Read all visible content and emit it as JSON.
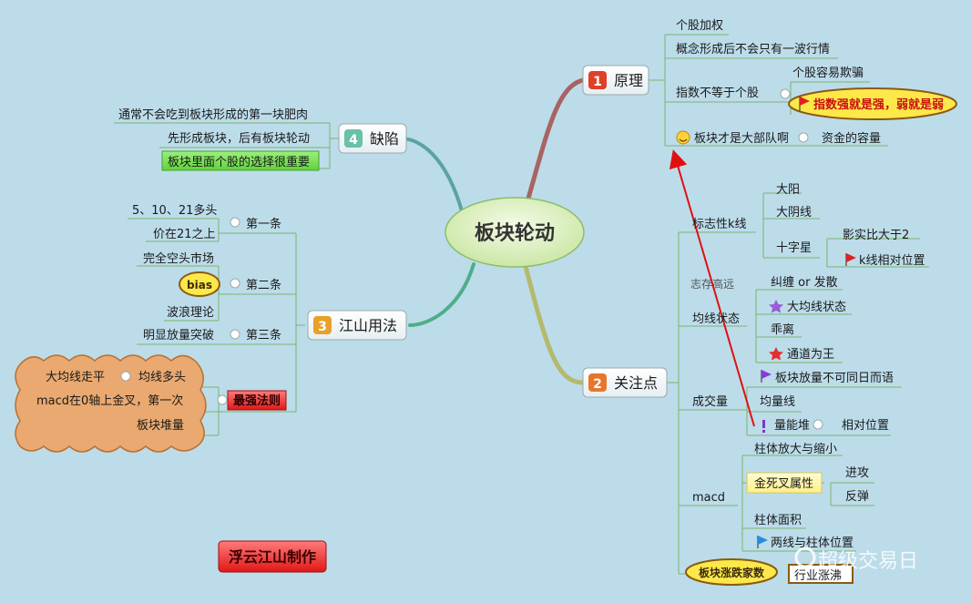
{
  "center": "板块轮动",
  "branch1": {
    "num": "1",
    "title": "原理",
    "items": [
      "个股加权",
      "概念形成后不会只有一波行情",
      "指数不等于个股",
      "个股容易欺骗",
      "指数强就是强，弱就是弱",
      "板块才是大部队啊",
      "资金的容量"
    ]
  },
  "branch2": {
    "num": "2",
    "title": "关注点",
    "kline": {
      "label": "标志性k线",
      "items": [
        "大阳",
        "大阴线",
        "十字星",
        "影实比大于2",
        "k线相对位置"
      ]
    },
    "motto": "志存高远",
    "ma": {
      "label": "均线状态",
      "items": [
        "纠缠 or 发散",
        "大均线状态",
        "乖离",
        "通道为王"
      ]
    },
    "volume": {
      "label": "成交量",
      "items": [
        "板块放量不可同日而语",
        "均量线",
        "量能堆",
        "相对位置"
      ]
    },
    "macd": {
      "label": "macd",
      "items": [
        "柱体放大与缩小",
        "金死叉属性",
        "进攻",
        "反弹",
        "柱体面积",
        "两线与柱体位置"
      ]
    },
    "breadth": {
      "label": "板块涨跌家数",
      "sub": "行业涨沸"
    }
  },
  "branch3": {
    "num": "3",
    "title": "江山用法",
    "rule1": {
      "label": "第一条",
      "items": [
        "5、10、21多头",
        "价在21之上"
      ]
    },
    "rule2": {
      "label": "第二条",
      "items": [
        "完全空头市场",
        "bias",
        "波浪理论"
      ]
    },
    "rule3": {
      "label": "第三条",
      "items": [
        "明显放量突破"
      ]
    },
    "strongest": {
      "label": "最强法则",
      "items": [
        "大均线走平",
        "均线多头",
        "macd在0轴上金叉，第一次",
        "板块堆量"
      ]
    }
  },
  "branch4": {
    "num": "4",
    "title": "缺陷",
    "items": [
      "通常不会吃到板块形成的第一块肥肉",
      "先形成板块，后有板块轮动",
      "板块里面个股的选择很重要"
    ]
  },
  "author": "浮云江山制作",
  "watermark": "超级交易日"
}
